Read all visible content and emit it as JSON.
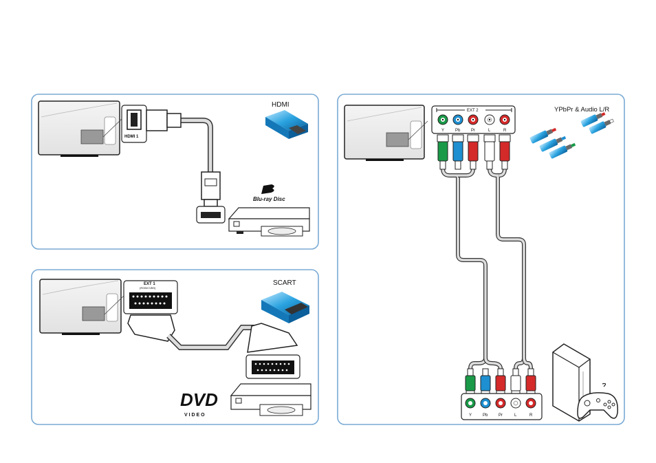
{
  "panels": {
    "hdmi": {
      "title": "HDMI",
      "port_label": "HDMI 1",
      "disc_logo_line1": "Blu-ray Disc"
    },
    "scart": {
      "title": "SCART",
      "port_label_line1": "EXT 1",
      "port_label_line2": "(RGB/CVBS)",
      "dvd_logo": "DVD",
      "dvd_sub": "V I D E O"
    },
    "ypbpr": {
      "title": "YPbPr & Audio L/R",
      "port_group_label": "EXT 2",
      "tv_ports": [
        "Y",
        "Pb",
        "Pr",
        "L",
        "R"
      ],
      "device_ports": [
        "Y",
        "Pb",
        "Pr",
        "L",
        "R"
      ]
    }
  },
  "colors": {
    "panel_border": "#7aaad4",
    "green": "#1a9a48",
    "blue": "#1e8fd0",
    "red": "#d42a2a",
    "white": "#ffffff",
    "cable": "#9a9a9a"
  },
  "icons": [
    "tv-icon",
    "hdmi-connector-icon",
    "scart-connector-icon",
    "rca-connectors-icon",
    "disc-player-icon",
    "game-console-icon",
    "gamepad-icon"
  ]
}
